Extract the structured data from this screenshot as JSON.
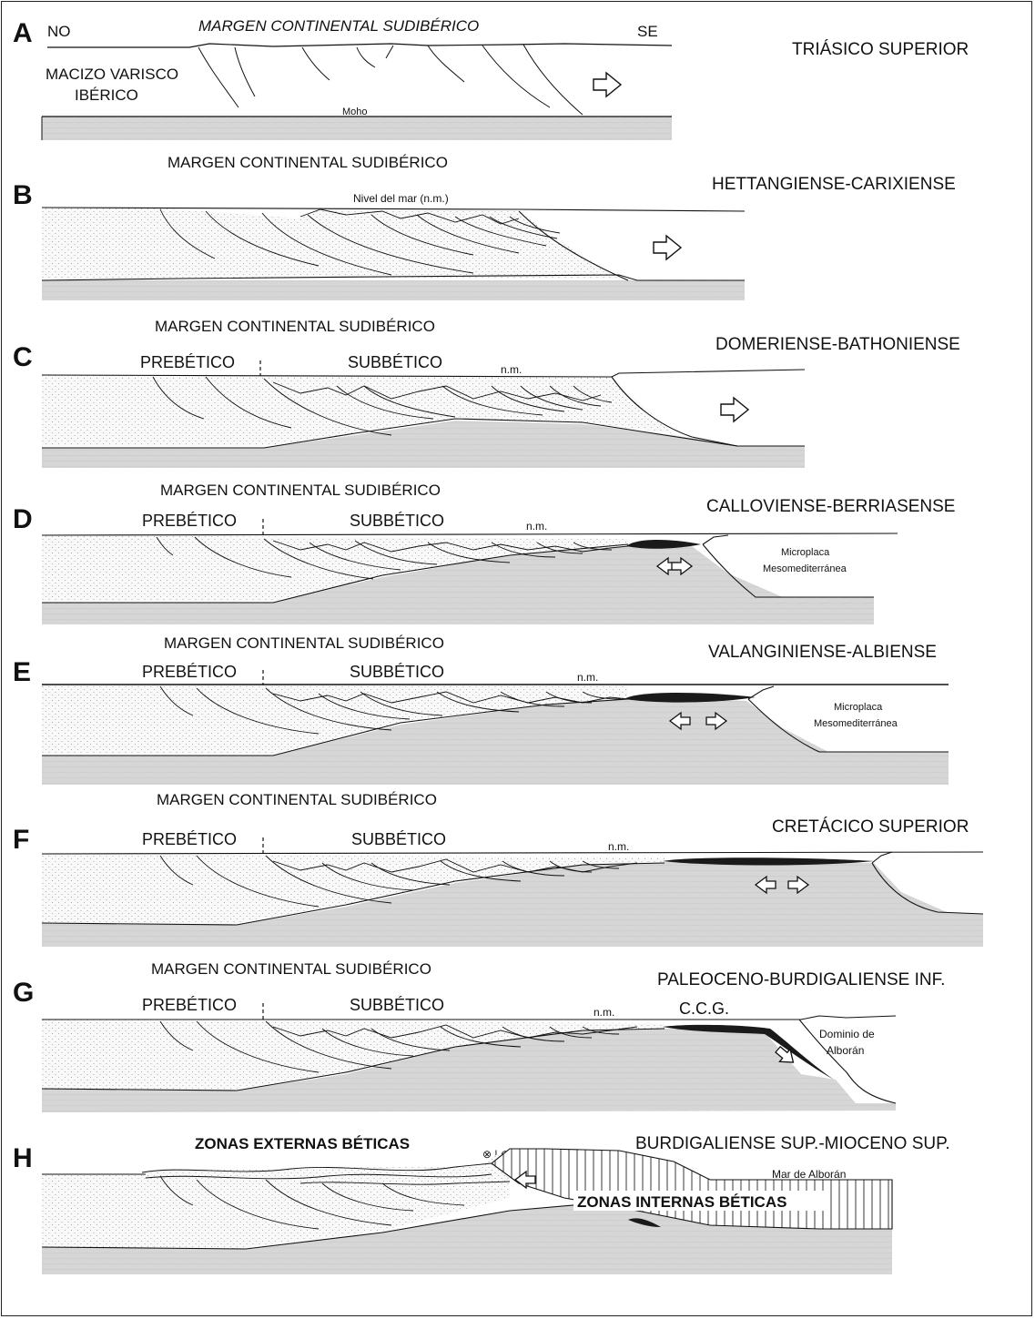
{
  "panels": [
    {
      "letter": "A",
      "period": "TRIÁSICO SUPERIOR",
      "margin_title": "MARGEN CONTINENTAL SUDIBÉRICO",
      "orientation_left": "NO",
      "orientation_right": "SE",
      "massif_line1": "MACIZO VARISCO",
      "massif_line2": "IBÉRICO",
      "moho": "Moho"
    },
    {
      "letter": "B",
      "period": "HETTANGIENSE-CARIXIENSE",
      "margin_title": "MARGEN CONTINENTAL SUDIBÉRICO",
      "sea_level": "Nivel del mar (n.m.)"
    },
    {
      "letter": "C",
      "period": "DOMERIENSE-BATHONIENSE",
      "margin_title": "MARGEN CONTINENTAL SUDIBÉRICO",
      "zone_left": "PREBÉTICO",
      "zone_right": "SUBBÉTICO",
      "sea_level": "n.m."
    },
    {
      "letter": "D",
      "period": "CALLOVIENSE-BERRIASENSE",
      "margin_title": "MARGEN CONTINENTAL SUDIBÉRICO",
      "zone_left": "PREBÉTICO",
      "zone_right": "SUBBÉTICO",
      "sea_level": "n.m.",
      "plate_line1": "Microplaca",
      "plate_line2": "Mesomediterránea"
    },
    {
      "letter": "E",
      "period": "VALANGINIENSE-ALBIENSE",
      "margin_title": "MARGEN CONTINENTAL SUDIBÉRICO",
      "zone_left": "PREBÉTICO",
      "zone_right": "SUBBÉTICO",
      "sea_level": "n.m.",
      "plate_line1": "Microplaca",
      "plate_line2": "Mesomediterránea"
    },
    {
      "letter": "F",
      "period": "CRETÁCICO SUPERIOR",
      "margin_title": "MARGEN CONTINENTAL SUDIBÉRICO",
      "zone_left": "PREBÉTICO",
      "zone_right": "SUBBÉTICO",
      "sea_level": "n.m."
    },
    {
      "letter": "G",
      "period": "PALEOCENO-BURDIGALIENSE INF.",
      "margin_title": "MARGEN CONTINENTAL SUDIBÉRICO",
      "zone_left": "PREBÉTICO",
      "zone_right": "SUBBÉTICO",
      "sea_level": "n.m.",
      "ccg": "C.C.G.",
      "domain_line1": "Dominio de",
      "domain_line2": "Alborán"
    },
    {
      "letter": "H",
      "period": "BURDIGALIENSE SUP.-MIOCENO SUP.",
      "external": "ZONAS EXTERNAS BÉTICAS",
      "internal": "ZONAS INTERNAS BÉTICAS",
      "sea": "Mar de Alborán",
      "symbol": "⊗ | ⊙"
    }
  ],
  "colors": {
    "mantle": "#d9d9d9",
    "crust": "#f7f7f7",
    "ocean_crust": "#1a1a1a",
    "line": "#111111",
    "stipple": "#9a9a9a"
  }
}
